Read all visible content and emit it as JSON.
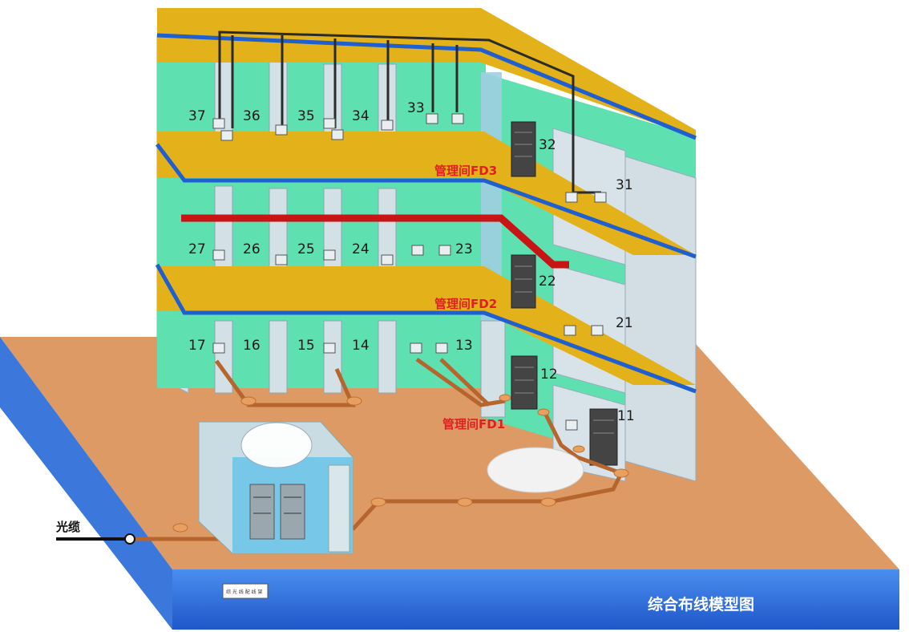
{
  "diagram": {
    "title": "综合布线模型图",
    "outside_cable_label": "光缆",
    "small_sign_text": "综 光 线 配 线 架",
    "floors": [
      {
        "level": 3,
        "rooms": [
          "37",
          "36",
          "35",
          "34",
          "33",
          "32",
          "31"
        ],
        "closet_label": "管理间FD3"
      },
      {
        "level": 2,
        "rooms": [
          "27",
          "26",
          "25",
          "24",
          "23",
          "22",
          "21"
        ],
        "closet_label": "管理间FD2"
      },
      {
        "level": 1,
        "rooms": [
          "17",
          "16",
          "15",
          "14",
          "13",
          "12",
          "11"
        ],
        "closet_label": "管理间FD1"
      }
    ],
    "colors": {
      "floor_slab": "#e3b21a",
      "slab_edge": "#1f5fd0",
      "wall_green": "#5fe0b0",
      "partition": "#cfdde4",
      "ground": "#dd9a64",
      "ground_edge": "#2c6fd8",
      "backbone": "#c81414",
      "fd_label": "#e02020"
    }
  }
}
